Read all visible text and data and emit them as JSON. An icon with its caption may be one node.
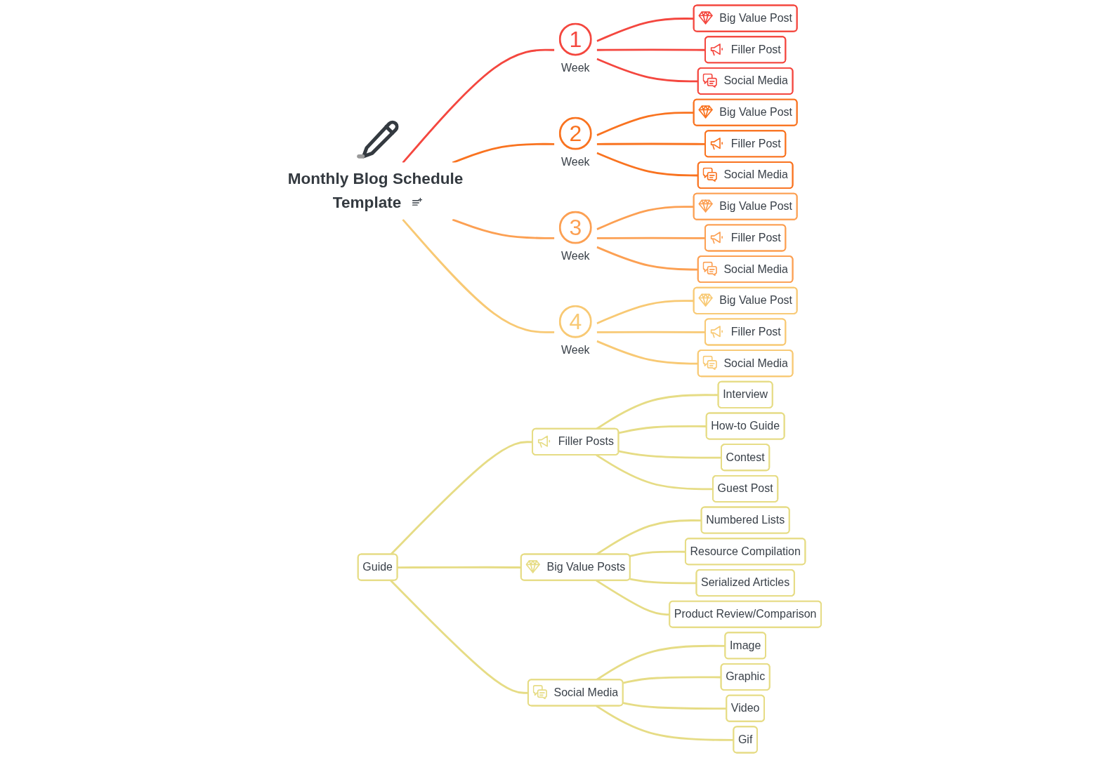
{
  "diagram": {
    "nodes": [
      {
        "text": [
          "Monthly Blog Schedule Template"
        ]
      },
      {
        "text": [
          "1",
          "Week"
        ]
      },
      {
        "text": [
          "Big Value Post"
        ]
      },
      {
        "text": [
          "Filler Post"
        ]
      },
      {
        "text": [
          "Social Media"
        ]
      },
      {
        "text": [
          "2",
          "Week"
        ]
      },
      {
        "text": [
          "Big Value Post"
        ]
      },
      {
        "text": [
          "Filler Post"
        ]
      },
      {
        "text": [
          "Social Media"
        ]
      },
      {
        "text": [
          "3",
          "Week"
        ]
      },
      {
        "text": [
          "Big Value Post"
        ]
      },
      {
        "text": [
          "Filler Post"
        ]
      },
      {
        "text": [
          "Social Media"
        ]
      },
      {
        "text": [
          "4",
          "Week"
        ]
      },
      {
        "text": [
          "Big Value Post"
        ]
      },
      {
        "text": [
          "Filler Post"
        ]
      },
      {
        "text": [
          "Social Media"
        ]
      },
      {
        "text": [
          "Guide"
        ]
      },
      {
        "text": [
          "Filler Posts"
        ]
      },
      {
        "text": [
          "Interview"
        ]
      },
      {
        "text": [
          "How-to Guide"
        ]
      },
      {
        "text": [
          "Contest"
        ]
      },
      {
        "text": [
          "Guest Post"
        ]
      },
      {
        "text": [
          "Big Value Posts"
        ]
      },
      {
        "text": [
          "Numbered Lists"
        ]
      },
      {
        "text": [
          "Resource Compilation"
        ]
      },
      {
        "text": [
          "Serialized Articles"
        ]
      },
      {
        "text": [
          "Product Review/Comparison"
        ]
      },
      {
        "text": [
          "Social Media"
        ]
      },
      {
        "text": [
          "Image"
        ]
      },
      {
        "text": [
          "Graphic"
        ]
      },
      {
        "text": [
          "Video"
        ]
      },
      {
        "text": [
          "Gif"
        ]
      }
    ],
    "edges": [
      {
        "from": 0,
        "to": 1,
        "arrow": "none",
        "color": "#f4473f"
      },
      {
        "from": 1,
        "to": 2,
        "arrow": "none",
        "color": "#f4473f"
      },
      {
        "from": 1,
        "to": 3,
        "arrow": "none",
        "color": "#f4473f"
      },
      {
        "from": 1,
        "to": 4,
        "arrow": "none",
        "color": "#f4473f"
      },
      {
        "from": 0,
        "to": 5,
        "arrow": "none",
        "color": "#f97320"
      },
      {
        "from": 5,
        "to": 6,
        "arrow": "none",
        "color": "#f97320"
      },
      {
        "from": 5,
        "to": 7,
        "arrow": "none",
        "color": "#f97320"
      },
      {
        "from": 5,
        "to": 8,
        "arrow": "none",
        "color": "#f97320"
      },
      {
        "from": 0,
        "to": 9,
        "arrow": "none",
        "color": "#fca053"
      },
      {
        "from": 9,
        "to": 10,
        "arrow": "none",
        "color": "#fca053"
      },
      {
        "from": 9,
        "to": 11,
        "arrow": "none",
        "color": "#fca053"
      },
      {
        "from": 9,
        "to": 12,
        "arrow": "none",
        "color": "#fca053"
      },
      {
        "from": 0,
        "to": 13,
        "arrow": "none",
        "color": "#f8c974"
      },
      {
        "from": 13,
        "to": 14,
        "arrow": "none",
        "color": "#f8c974"
      },
      {
        "from": 13,
        "to": 15,
        "arrow": "none",
        "color": "#f8c974"
      },
      {
        "from": 13,
        "to": 16,
        "arrow": "none",
        "color": "#f8c974"
      },
      {
        "from": 17,
        "to": 18,
        "arrow": "none"
      },
      {
        "from": 18,
        "to": 19,
        "arrow": "none"
      },
      {
        "from": 18,
        "to": 20,
        "arrow": "none"
      },
      {
        "from": 18,
        "to": 21,
        "arrow": "none"
      },
      {
        "from": 18,
        "to": 22,
        "arrow": "none"
      },
      {
        "from": 17,
        "to": 23,
        "arrow": "none"
      },
      {
        "from": 23,
        "to": 24,
        "arrow": "none"
      },
      {
        "from": 23,
        "to": 25,
        "arrow": "none"
      },
      {
        "from": 23,
        "to": 26,
        "arrow": "none"
      },
      {
        "from": 23,
        "to": 27,
        "arrow": "none"
      },
      {
        "from": 17,
        "to": 28,
        "arrow": "none"
      },
      {
        "from": 28,
        "to": 29,
        "arrow": "none"
      },
      {
        "from": 28,
        "to": 30,
        "arrow": "none"
      },
      {
        "from": 28,
        "to": 31,
        "arrow": "none"
      },
      {
        "from": 28,
        "to": 32,
        "arrow": "none"
      }
    ]
  }
}
